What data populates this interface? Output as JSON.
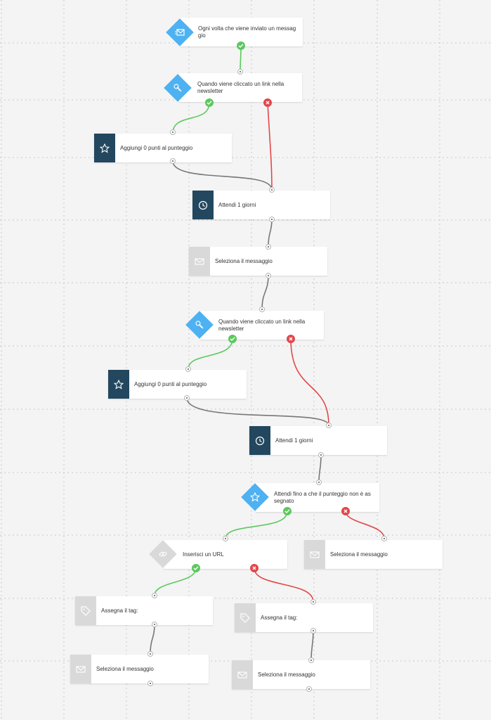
{
  "colors": {
    "dark_square": "#23475f",
    "blue_diamond": "#4db1f2",
    "gray_square": "#d9d9d9",
    "yes_wire": "#5cc85f",
    "no_wire": "#e2474b",
    "neutral_wire": "#777777"
  },
  "workflow": {
    "n1": {
      "label": "Ogni volta che viene inviato un messag gio",
      "icon": "mail-send-icon"
    },
    "n2": {
      "label": "Quando viene cliccato un link nella newsletter",
      "icon": "link-click-icon"
    },
    "n3": {
      "label": "Aggiungi 0 punti al punteggio",
      "icon": "star-icon"
    },
    "n4": {
      "label": "Attendi 1 giorni",
      "icon": "clock-icon"
    },
    "n5": {
      "label": "Seleziona il messaggio",
      "icon": "mail-icon"
    },
    "n6": {
      "label": "Quando viene cliccato un link nella newsletter",
      "icon": "link-click-icon"
    },
    "n7": {
      "label": "Aggiungi 0 punti al punteggio",
      "icon": "star-icon"
    },
    "n8": {
      "label": "Attendi 1 giorni",
      "icon": "clock-icon"
    },
    "n9": {
      "label": "Attendi fino a che il punteggio non è as segnato",
      "icon": "star-icon"
    },
    "n10": {
      "label": "Inserisci un URL",
      "icon": "link-icon"
    },
    "n11": {
      "label": "Seleziona il messaggio",
      "icon": "mail-icon"
    },
    "n12": {
      "label": "Assegna il tag:",
      "icon": "tag-icon"
    },
    "n13": {
      "label": "Assegna il tag:",
      "icon": "tag-icon"
    },
    "n14": {
      "label": "Seleziona il messaggio",
      "icon": "mail-icon"
    },
    "n15": {
      "label": "Seleziona il messaggio",
      "icon": "mail-icon"
    }
  }
}
